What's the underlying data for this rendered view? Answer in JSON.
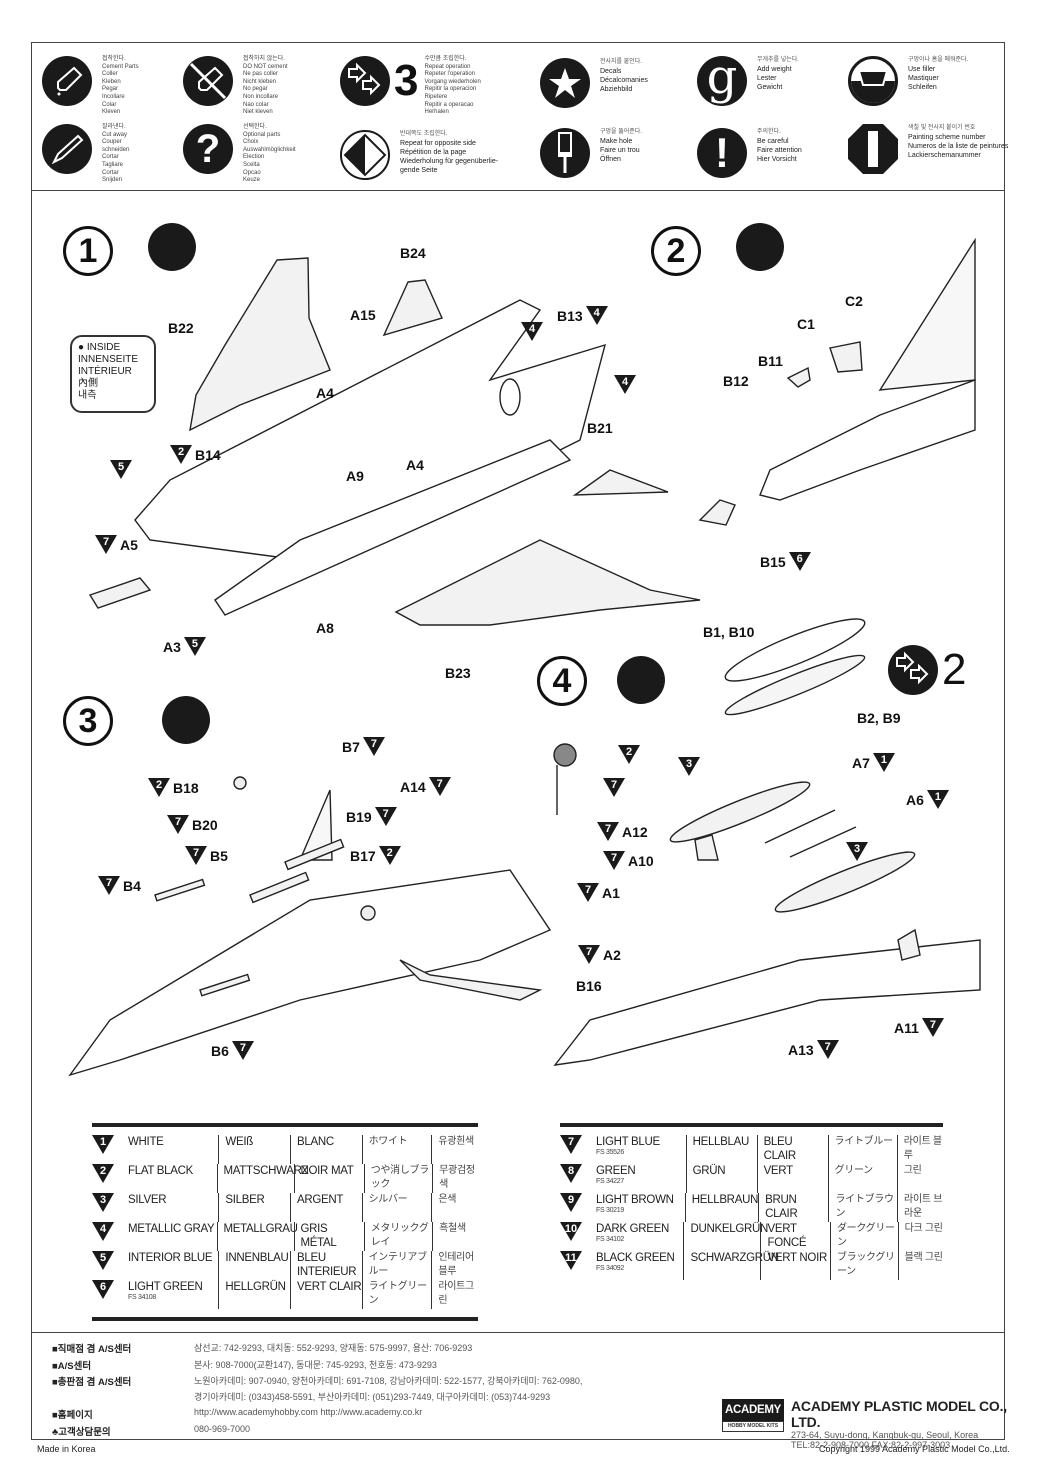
{
  "legend": {
    "cement": {
      "ko": "접착한다.",
      "lines": "Cement Parts\nColler\nKleben\nPegar\nIncollare\nColar\nKleven"
    },
    "no_cement": {
      "ko": "접착하지 않는다.",
      "lines": "DO NOT cement\nNe pas coller\nNicht kleben\nNo pegar\nNon incollare\nNao colar\nNiet kleven"
    },
    "repeat": {
      "count": "3",
      "ko": "수만큼 조립한다.",
      "lines": "Repeat operation\nRepeter l'operation\nVorgang wiederholen\nRepitir la operacion\nRipetere\nRepitir a operacao\nHerhalen"
    },
    "decals": {
      "ko": "전사지를 붙인다.",
      "lines": "Decals\nDécalcomanies\nAbziehbild"
    },
    "weight": {
      "glyph": "g",
      "ko": "무게추를 넣는다.",
      "lines": "Add weight\nLester\nGewicht"
    },
    "filler": {
      "ko": "구멍이나 홈을 메워준다.",
      "lines": "Use filler\nMastiquer\nSchleifen"
    },
    "cut": {
      "ko": "잘라낸다.",
      "lines": "Cut away\nCouper\nschneiden\nCortar\nTagliare\nCortar\nSnijden"
    },
    "optional": {
      "glyph": "?",
      "ko": "선택한다.",
      "lines": "Optional parts\nChoix\nAuswahlmöglichkeit\nElection\nScelta\nOpcao\nKeuze"
    },
    "opposite": {
      "ko": "반대쪽도 조립한다.",
      "lines": "Repeat for opposite side\nRépétition de la page\nWiederholung für gegenüberlie-\ngende Seite"
    },
    "hole": {
      "ko": "구멍을 뚫어준다.",
      "lines": "Make hole\nFaire un trou\nÖffnen"
    },
    "careful": {
      "glyph": "!",
      "ko": "주의한다.",
      "lines": "Be careful\nFaire attention\nHier Vorsicht"
    },
    "painting": {
      "ko": "색칠 및 전사지 붙이기 번호",
      "lines": "Painting scheme number\nNumeros de la liste de peintures\nLackierschemanummer"
    }
  },
  "steps": {
    "s1": {
      "number": "1",
      "callout": [
        "INSIDE",
        "INNENSEITE",
        "INTÉRIEUR",
        "內側",
        "내측"
      ],
      "labels": {
        "B24": "B24",
        "B22": "B22",
        "A15": "A15",
        "A4a": "A4",
        "B13": "B13",
        "B14": "B14",
        "A9": "A9",
        "A4b": "A4",
        "B21": "B21",
        "A5": "A5",
        "A3": "A3",
        "A8": "A8",
        "B23": "B23"
      },
      "paint": {
        "B13": "4",
        "exhaust1": "4",
        "exhaust2": "4",
        "B14": "2",
        "inside": "5",
        "A5": "7",
        "A3": "5"
      }
    },
    "s2": {
      "number": "2",
      "labels": {
        "C1": "C1",
        "C2": "C2",
        "B11": "B11",
        "B12": "B12",
        "B15": "B15",
        "B1B10": "B1, B10",
        "B2B9": "B2, B9"
      },
      "paint": {
        "B15": "6"
      },
      "repeat": "2"
    },
    "s3": {
      "number": "3",
      "labels": {
        "B7": "B7",
        "B18": "B18",
        "A14": "A14",
        "B20": "B20",
        "B19": "B19",
        "B5": "B5",
        "B17": "B17",
        "B4": "B4",
        "B6": "B6"
      },
      "paint": {
        "B7": "7",
        "B18": "2",
        "A14": "7",
        "B20": "7",
        "B19": "7",
        "B5": "7",
        "B17": "2",
        "B4": "7",
        "B6": "7"
      }
    },
    "s4": {
      "number": "4",
      "labels": {
        "A7": "A7",
        "A6": "A6",
        "A12": "A12",
        "A10": "A10",
        "A1": "A1",
        "A2": "A2",
        "B16": "B16",
        "A11": "A11",
        "A13": "A13"
      },
      "paint": {
        "wheel": "2",
        "strut": "7",
        "tank1": "3",
        "A7": "1",
        "A6": "1",
        "A12": "7",
        "A10": "7",
        "tank2": "3",
        "A1": "7",
        "A2": "7",
        "A11": "7",
        "A13": "7"
      }
    }
  },
  "colors_left": [
    {
      "n": "1",
      "en": "WHITE",
      "fs": "",
      "de": "WEIß",
      "fr": "BLANC",
      "jp": "ホワイト",
      "ko": "유광흰색"
    },
    {
      "n": "2",
      "en": "FLAT BLACK",
      "fs": "",
      "de": "MATTSCHWARZ",
      "fr": "NOIR MAT",
      "jp": "つや消しブラック",
      "ko": "무광검정색"
    },
    {
      "n": "3",
      "en": "SILVER",
      "fs": "",
      "de": "SILBER",
      "fr": "ARGENT",
      "jp": "シルバー",
      "ko": "은색"
    },
    {
      "n": "4",
      "en": "METALLIC GRAY",
      "fs": "",
      "de": "METALLGRAU",
      "fr": "GRIS MÉTAL",
      "jp": "メタリックグレイ",
      "ko": "흑철색"
    },
    {
      "n": "5",
      "en": "INTERIOR BLUE",
      "fs": "",
      "de": "INNENBLAU",
      "fr": "BLEU INTERIEUR",
      "jp": "インテリアブルー",
      "ko": "인테리어 블루"
    },
    {
      "n": "6",
      "en": "LIGHT GREEN",
      "fs": "FS 34108",
      "de": "HELLGRÜN",
      "fr": "VERT CLAIR",
      "jp": "ライトグリーン",
      "ko": "라이트그린"
    }
  ],
  "colors_right": [
    {
      "n": "7",
      "en": "LIGHT BLUE",
      "fs": "FS 35526",
      "de": "HELLBLAU",
      "fr": "BLEU CLAIR",
      "jp": "ライトブルー",
      "ko": "라이트 블루"
    },
    {
      "n": "8",
      "en": "GREEN",
      "fs": "FS 34227",
      "de": "GRÜN",
      "fr": "VERT",
      "jp": "グリーン",
      "ko": "그린"
    },
    {
      "n": "9",
      "en": "LIGHT BROWN",
      "fs": "FS 30219",
      "de": "HELLBRAUN",
      "fr": "BRUN CLAIR",
      "jp": "ライトブラウン",
      "ko": "라이트 브라운"
    },
    {
      "n": "10",
      "en": "DARK GREEN",
      "fs": "FS 34102",
      "de": "DUNKELGRÜN",
      "fr": "VERT FONCÉ",
      "jp": "ダークグリーン",
      "ko": "다크 그린"
    },
    {
      "n": "11",
      "en": "BLACK GREEN",
      "fs": "FS 34092",
      "de": "SCHWARZGRÜN",
      "fr": "VERT NOIR",
      "jp": "ブラックグリーン",
      "ko": "블랙 그린"
    }
  ],
  "footer": {
    "rows": [
      {
        "k": "■직매점 겸 A/S센터",
        "v": "삼선교: 742-9293, 대치동: 552-9293, 양재동: 575-9997, 용산: 706-9293"
      },
      {
        "k": "■A/S센터",
        "v": "본사: 908-7000(교환147), 동대문: 745-9293, 천호동: 473-9293"
      },
      {
        "k": "■총판점 겸 A/S센터",
        "v": "노원아카데미: 907-0940, 양천아카데미: 691-7108, 강남아카데미: 522-1577, 강북아카데미: 762-0980,"
      },
      {
        "k": "",
        "v": "경기아카데미: (0343)458-5591, 부산아카데미: (051)293-7449,  대구아카데미: (053)744-9293"
      },
      {
        "k": "■홈페이지",
        "v": "http://www.academyhobby.com        http://www.academy.co.kr"
      },
      {
        "k": "♣고객상담문의",
        "v": "080-969-7000"
      }
    ],
    "logo_top": "ACADEMY",
    "logo_bottom": "HOBBY MODEL KITS",
    "company": "ACADEMY PLASTIC MODEL CO., LTD.",
    "address": "273-64, Suyu-dong, Kangbuk-gu, Seoul, Korea",
    "tel": "TEL:82-2-908-7000  FAX:82-2-997-3003",
    "made_in": "Made in Korea",
    "copyright": "Copyright 1999 Academy Plastic Model Co.,Ltd."
  }
}
